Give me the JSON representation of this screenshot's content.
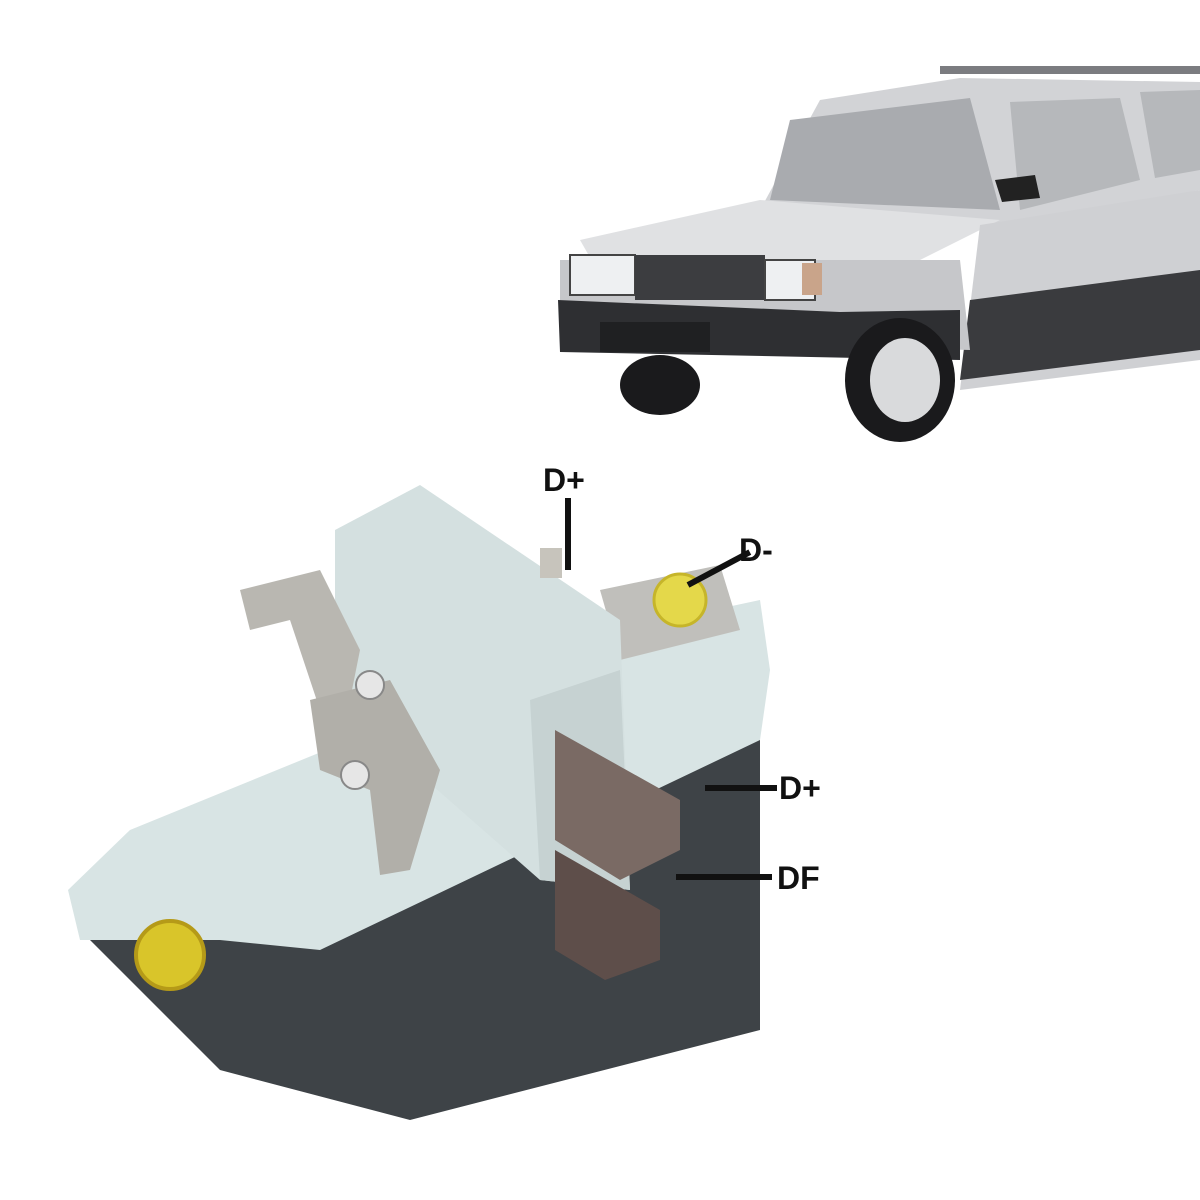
{
  "image": {
    "description": "Product photo of an automotive alternator voltage regulator with terminal labels, and a silver compact car in the upper right",
    "background": "#ffffff"
  },
  "car": {
    "name": "silver-hatchback-car",
    "body_color": "#c9cacc",
    "trim_color": "#2a2a2c"
  },
  "regulator": {
    "body_color": "#d8e4e4",
    "base_color": "#3e4347",
    "brush_color": "#6b5a55",
    "eyelet_color": "#d9c52a"
  },
  "terminals": [
    {
      "id": "top-d-plus",
      "label": "D+"
    },
    {
      "id": "d-minus",
      "label": "D-"
    },
    {
      "id": "brush-d-plus",
      "label": "D+"
    },
    {
      "id": "brush-df",
      "label": "DF"
    }
  ]
}
